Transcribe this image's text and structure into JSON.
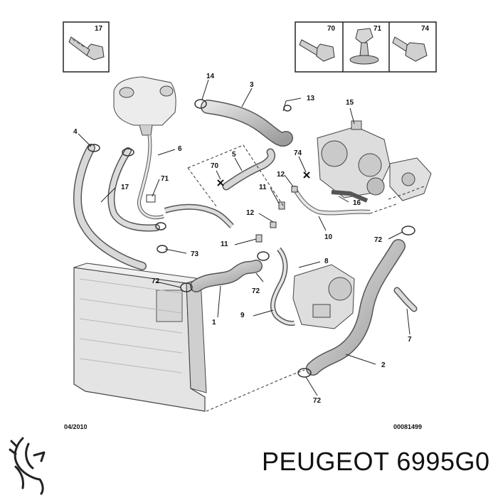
{
  "callouts": {
    "c1": "1",
    "c2": "2",
    "c3": "3",
    "c4": "4",
    "c5": "5",
    "c6": "6",
    "c7": "7",
    "c8": "8",
    "c9": "9",
    "c10": "10",
    "c11a": "11",
    "c11b": "11",
    "c12a": "12",
    "c12b": "12",
    "c13": "13",
    "c14": "14",
    "c15": "15",
    "c16": "16",
    "c17": "17",
    "c70": "70",
    "c71": "71",
    "c72a": "72",
    "c72b": "72",
    "c72c": "72",
    "c73": "73",
    "c74": "74"
  },
  "legend": {
    "box17": "17",
    "box70": "70",
    "box71": "71",
    "box74": "74"
  },
  "footer": {
    "date": "04/2010",
    "ref": "00081499"
  },
  "brand": {
    "name": "PEUGEOT 6995G0"
  },
  "colors": {
    "part_fill": "#d9d9d9",
    "outline": "#4a4a4a",
    "text": "#111111"
  }
}
